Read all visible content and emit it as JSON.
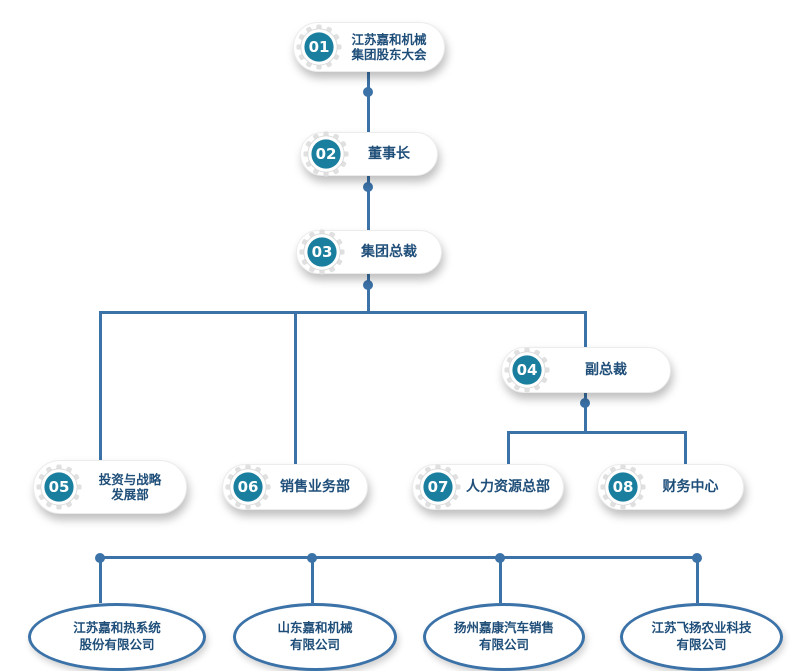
{
  "palette": {
    "gear_teal": "#1a7f9e",
    "connector_blue": "#3b72a8",
    "label_navy": "#1f4e79",
    "gear_teeth_gray": "#e0e0e0"
  },
  "nodes": [
    {
      "num": "01",
      "label": "江苏嘉和机械\n集团股东大会"
    },
    {
      "num": "02",
      "label": "董事长"
    },
    {
      "num": "03",
      "label": "集团总裁"
    },
    {
      "num": "04",
      "label": "副总裁"
    },
    {
      "num": "05",
      "label": "投资与战略\n发展部"
    },
    {
      "num": "06",
      "label": "销售业务部"
    },
    {
      "num": "07",
      "label": "人力资源总部"
    },
    {
      "num": "08",
      "label": "财务中心"
    }
  ],
  "subsidiaries": [
    {
      "label": "江苏嘉和热系统\n股份有限公司"
    },
    {
      "label": "山东嘉和机械\n有限公司"
    },
    {
      "label": "扬州嘉康汽车销售\n有限公司"
    },
    {
      "label": "江苏飞扬农业科技\n有限公司"
    }
  ]
}
